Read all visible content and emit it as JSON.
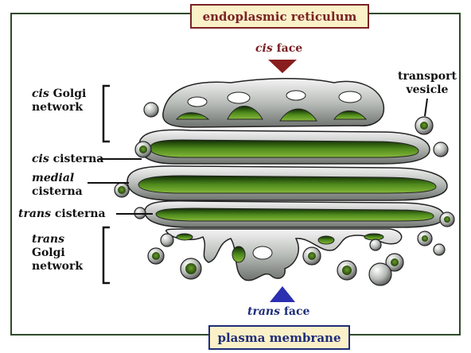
{
  "title_top": "endoplasmic reticulum",
  "title_bottom": "plasma membrane",
  "labels": {
    "cis_face_it": "cis",
    "cis_face_rest": "face",
    "trans_face_it": "trans",
    "trans_face_rest": "face",
    "cis_golgi_it": "cis",
    "cis_golgi_rest": "Golgi",
    "cis_golgi_line2": "network",
    "cis_cisterna_it": "cis",
    "cis_cisterna_rest": "cisterna",
    "medial_it": "medial",
    "medial_line2": "cisterna",
    "trans_cisterna_it": "trans",
    "trans_cisterna_rest": "cisterna",
    "trans_golgi_it": "trans",
    "trans_golgi_line2": "Golgi",
    "trans_golgi_line3": "network",
    "transport_line1": "transport",
    "transport_line2": "vesicle"
  },
  "colors": {
    "frame": "#2f4a2a",
    "cis_accent": "#7a1e22",
    "trans_accent": "#2b2fb0",
    "lumen": "#3f7a18",
    "membrane": "#bfc3bf"
  }
}
